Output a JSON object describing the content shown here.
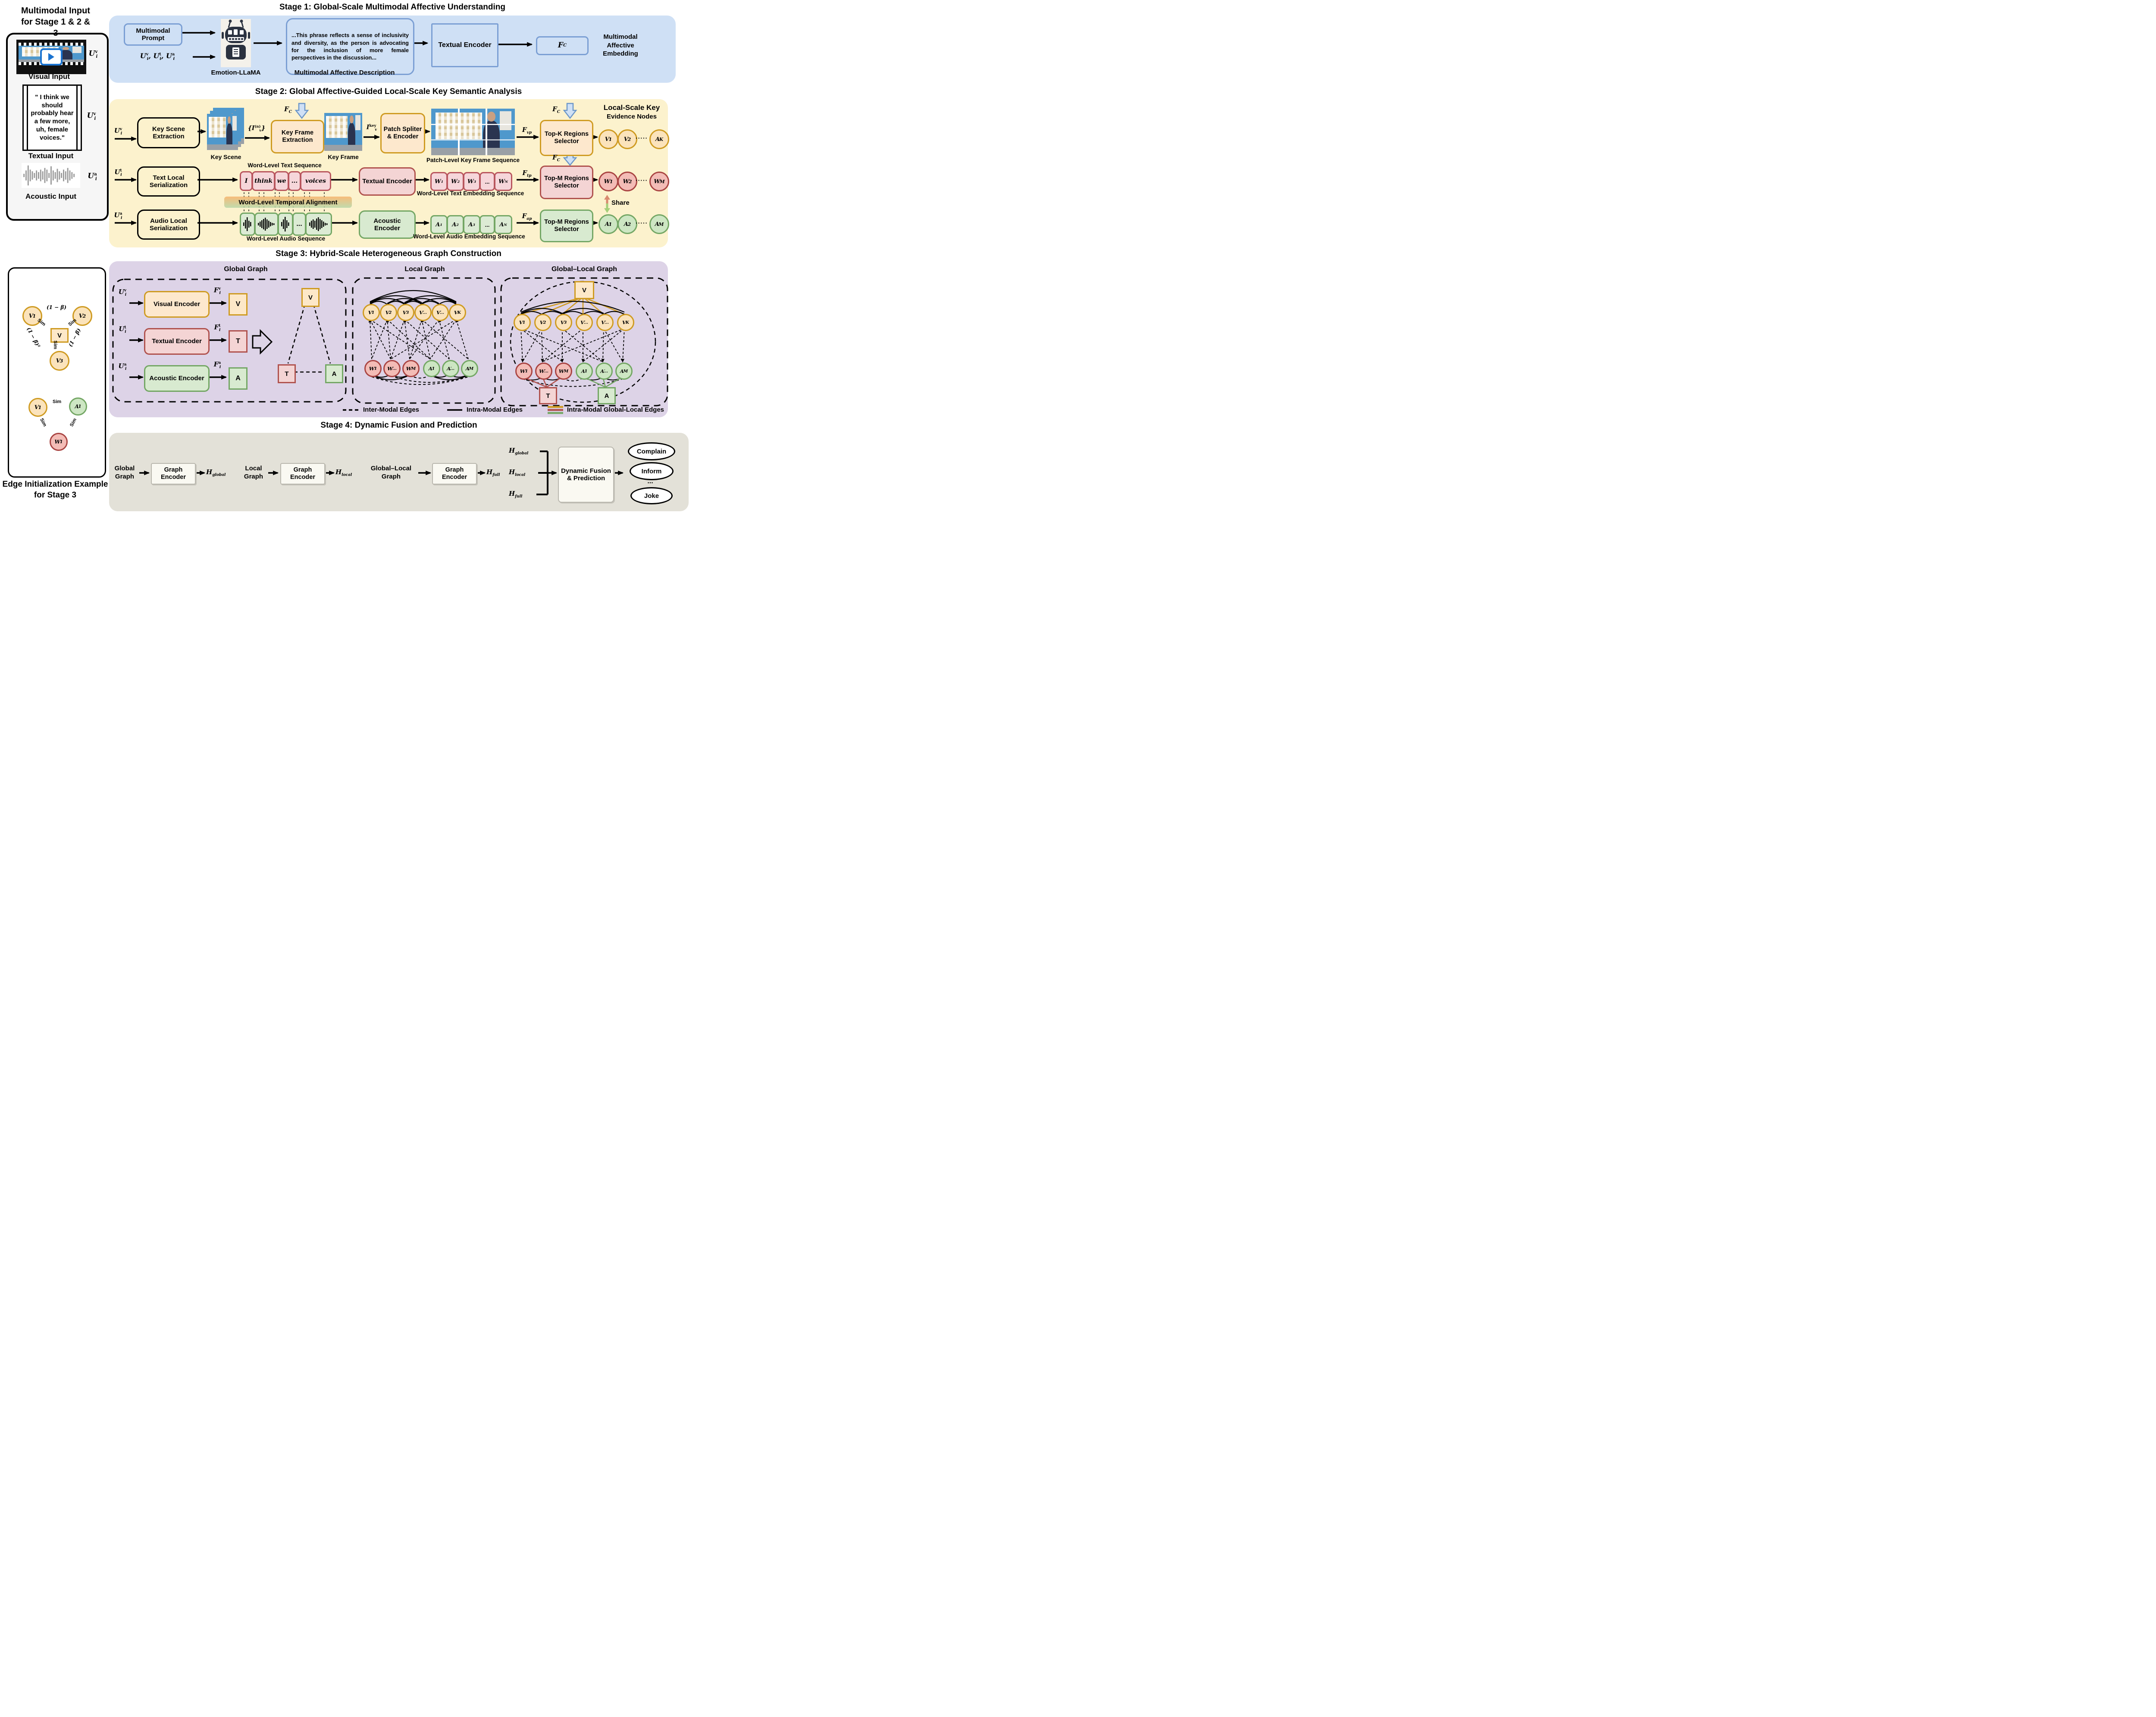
{
  "sidebar": {
    "title": "Multimodal Input for Stage 1 & 2 & 3",
    "visual_caption": "Visual Input",
    "textual_caption": "Textual Input",
    "acoustic_caption": "Acoustic Input",
    "quote": "\" I think we should probably hear a  few more, uh, female voices.\"",
    "u_visual": {
      "b": "U",
      "s": "i",
      "p": "v"
    },
    "u_textual": {
      "b": "U",
      "s": "i",
      "p": "v"
    },
    "u_acoustic": {
      "b": "U",
      "s": "i",
      "p": "a"
    }
  },
  "edge_example": {
    "caption": "Edge Initialization Example for Stage 3",
    "sim": "Sim",
    "one_minus_beta": "(1 − β)",
    "one_minus_beta_sq": "(1 − β)²",
    "v1": {
      "b": "V",
      "p": "′",
      "s": "1"
    },
    "v2": {
      "b": "V",
      "p": "′",
      "s": "2"
    },
    "v3": {
      "b": "V",
      "p": "′",
      "s": "3"
    },
    "v_square": "V",
    "a1": {
      "b": "A",
      "p": "′",
      "s": "1"
    },
    "w1": {
      "b": "W",
      "p": "′",
      "s": "1"
    }
  },
  "stage1": {
    "title": "Stage 1: Global-Scale Multimodal Affective Understanding",
    "prompt_box": "Multimodal Prompt",
    "u_list": [
      {
        "b": "U",
        "s": "i",
        "p": "v"
      },
      {
        "b": "U",
        "s": "i",
        "p": "t"
      },
      {
        "b": "U",
        "s": "i",
        "p": "a"
      }
    ],
    "robot_caption": "Emotion-LLaMA",
    "description": "...This phrase reflects a sense of inclusivity and diversity, as the person is advocating for the inclusion of more female perspectives in the discussion...",
    "description_caption": "Multimodal Affective Description",
    "encoder": "Textual Encoder",
    "fc": {
      "b": "F",
      "s": "C"
    },
    "embedding_caption": "Multimodal Affective Embedding"
  },
  "stage2": {
    "title": "Stage 2: Global Affective-Guided Local-Scale Key Semantic Analysis",
    "heading1": "Local-Scale Key",
    "heading2": "Evidence Nodes",
    "fc": {
      "b": "F",
      "s": "C"
    },
    "share": "Share",
    "align_band": "Word-Level Temporal Alignment",
    "visual_row": {
      "u": {
        "b": "U",
        "s": "i",
        "p": "v"
      },
      "scene_box": "Key Scene Extraction",
      "scene_caption": "Key Scene",
      "iset": {
        "pre": "{",
        "b": "I",
        "s": "v",
        "p": "(n)",
        "post": "}"
      },
      "frame_box": "Key Frame Extraction",
      "frame_caption": "Key Frame",
      "ikey": {
        "b": "I",
        "s": "v",
        "p": "key"
      },
      "patch_box": "Patch Spliter & Encoder",
      "patch_caption": "Patch-Level Key Frame Sequence",
      "fvp": {
        "b": "F",
        "s": "vp"
      },
      "selector": "Top-K Regions Selector",
      "nodes": [
        {
          "b": "V",
          "p": "′",
          "s": "1"
        },
        {
          "b": "V",
          "p": "′",
          "s": "2"
        }
      ],
      "dots": "·····",
      "node_last": {
        "b": "A",
        "p": "′",
        "s": "K"
      }
    },
    "text_row": {
      "u": {
        "b": "U",
        "s": "i",
        "p": "t"
      },
      "serial_box": "Text Local Serialization",
      "words": [
        "I",
        "think",
        "we",
        "...",
        "voices"
      ],
      "words_caption": "Word-Level Text Sequence",
      "encoder": "Textual Encoder",
      "emb": [
        {
          "b": "W",
          "s": "1"
        },
        {
          "b": "W",
          "s": "2"
        },
        {
          "b": "W",
          "s": "3"
        },
        {
          "b": "..."
        },
        {
          "b": "W",
          "s": "N"
        }
      ],
      "emb_caption": "Word-Level Text Embedding Sequence",
      "ftp": {
        "b": "F",
        "s": "tp"
      },
      "selector": "Top-M Regions Selector",
      "nodes": [
        {
          "b": "W",
          "p": "′",
          "s": "1"
        },
        {
          "b": "W",
          "p": "′",
          "s": "2"
        }
      ],
      "dots": "·····",
      "node_last": {
        "b": "W",
        "p": "′",
        "s": "M"
      }
    },
    "audio_row": {
      "u": {
        "b": "U",
        "s": "i",
        "p": "a"
      },
      "serial_box": "Audio Local Serialization",
      "chips_dots": "...",
      "chips_caption": "Word-Level Audio Sequence",
      "encoder": "Acoustic Encoder",
      "emb": [
        {
          "b": "A",
          "s": "1"
        },
        {
          "b": "A",
          "s": "2"
        },
        {
          "b": "A",
          "s": "3"
        },
        {
          "b": "..."
        },
        {
          "b": "A",
          "s": "N"
        }
      ],
      "emb_caption": "Word-Level Audio Embedding Sequence",
      "fap": {
        "b": "F",
        "s": "ap"
      },
      "selector": "Top-M Regions Selector",
      "nodes": [
        {
          "b": "A",
          "p": "′",
          "s": "1"
        },
        {
          "b": "A",
          "p": "′",
          "s": "2"
        }
      ],
      "dots": "·····",
      "node_last": {
        "b": "A",
        "p": "′",
        "s": "M"
      }
    }
  },
  "stage3": {
    "title": "Stage 3: Hybrid-Scale Heterogeneous Graph Construction",
    "global": {
      "caption": "Global Graph",
      "rows": [
        {
          "u": {
            "b": "U",
            "s": "i",
            "p": "v"
          },
          "encoder": "Visual Encoder",
          "f": {
            "b": "F",
            "s": "i",
            "p": "v"
          },
          "node": "V"
        },
        {
          "u": {
            "b": "U",
            "s": "i",
            "p": "t"
          },
          "encoder": "Textual Encoder",
          "f": {
            "b": "F",
            "s": "i",
            "p": "t"
          },
          "node": "T"
        },
        {
          "u": {
            "b": "U",
            "s": "i",
            "p": "a"
          },
          "encoder": "Acoustic Encoder",
          "f": {
            "b": "F",
            "s": "i",
            "p": "a"
          },
          "node": "A"
        }
      ],
      "tri_v": "V",
      "tri_t": "T",
      "tri_a": "A"
    },
    "local": {
      "caption": "Local Graph",
      "top": [
        {
          "b": "V",
          "p": "′",
          "s": "1"
        },
        {
          "b": "V",
          "p": "′",
          "s": "2"
        },
        {
          "b": "V",
          "p": "′",
          "s": "3"
        },
        {
          "b": "V",
          "p": "′",
          "s": "..."
        },
        {
          "b": "V",
          "p": "′",
          "s": "..."
        },
        {
          "b": "V",
          "p": "′",
          "s": "K"
        }
      ],
      "bottom": [
        {
          "b": "W",
          "p": "′",
          "s": "1"
        },
        {
          "b": "W",
          "p": "′",
          "s": "..."
        },
        {
          "b": "W",
          "p": "′",
          "s": "M"
        },
        {
          "b": "A",
          "p": "′",
          "s": "1"
        },
        {
          "b": "A",
          "p": "′",
          "s": "..."
        },
        {
          "b": "A",
          "p": "′",
          "s": "M"
        }
      ]
    },
    "global_local": {
      "caption": "Global–Local Graph",
      "v": "V",
      "t": "T",
      "a": "A"
    },
    "legend": [
      "Inter-Modal Edges",
      "Intra-Modal Edges",
      "Intra-Modal Global-Local Edges"
    ],
    "edge_colors": {
      "gold": "#cf9b22",
      "red": "#b0524e",
      "green": "#74a765"
    }
  },
  "stage4": {
    "title": "Stage 4: Dynamic Fusion and Prediction",
    "global_label": "Global Graph",
    "local_label": "Local Graph",
    "gl_label": "Global–Local Graph",
    "encoder": "Graph Encoder",
    "h_global": {
      "b": "H",
      "s": "global"
    },
    "h_local": {
      "b": "H",
      "s": "local"
    },
    "h_full": {
      "b": "H",
      "s": "full"
    },
    "fusion_box": "Dynamic Fusion & Prediction",
    "outputs": [
      "Complain",
      "Inform",
      "...",
      "Joke"
    ]
  }
}
